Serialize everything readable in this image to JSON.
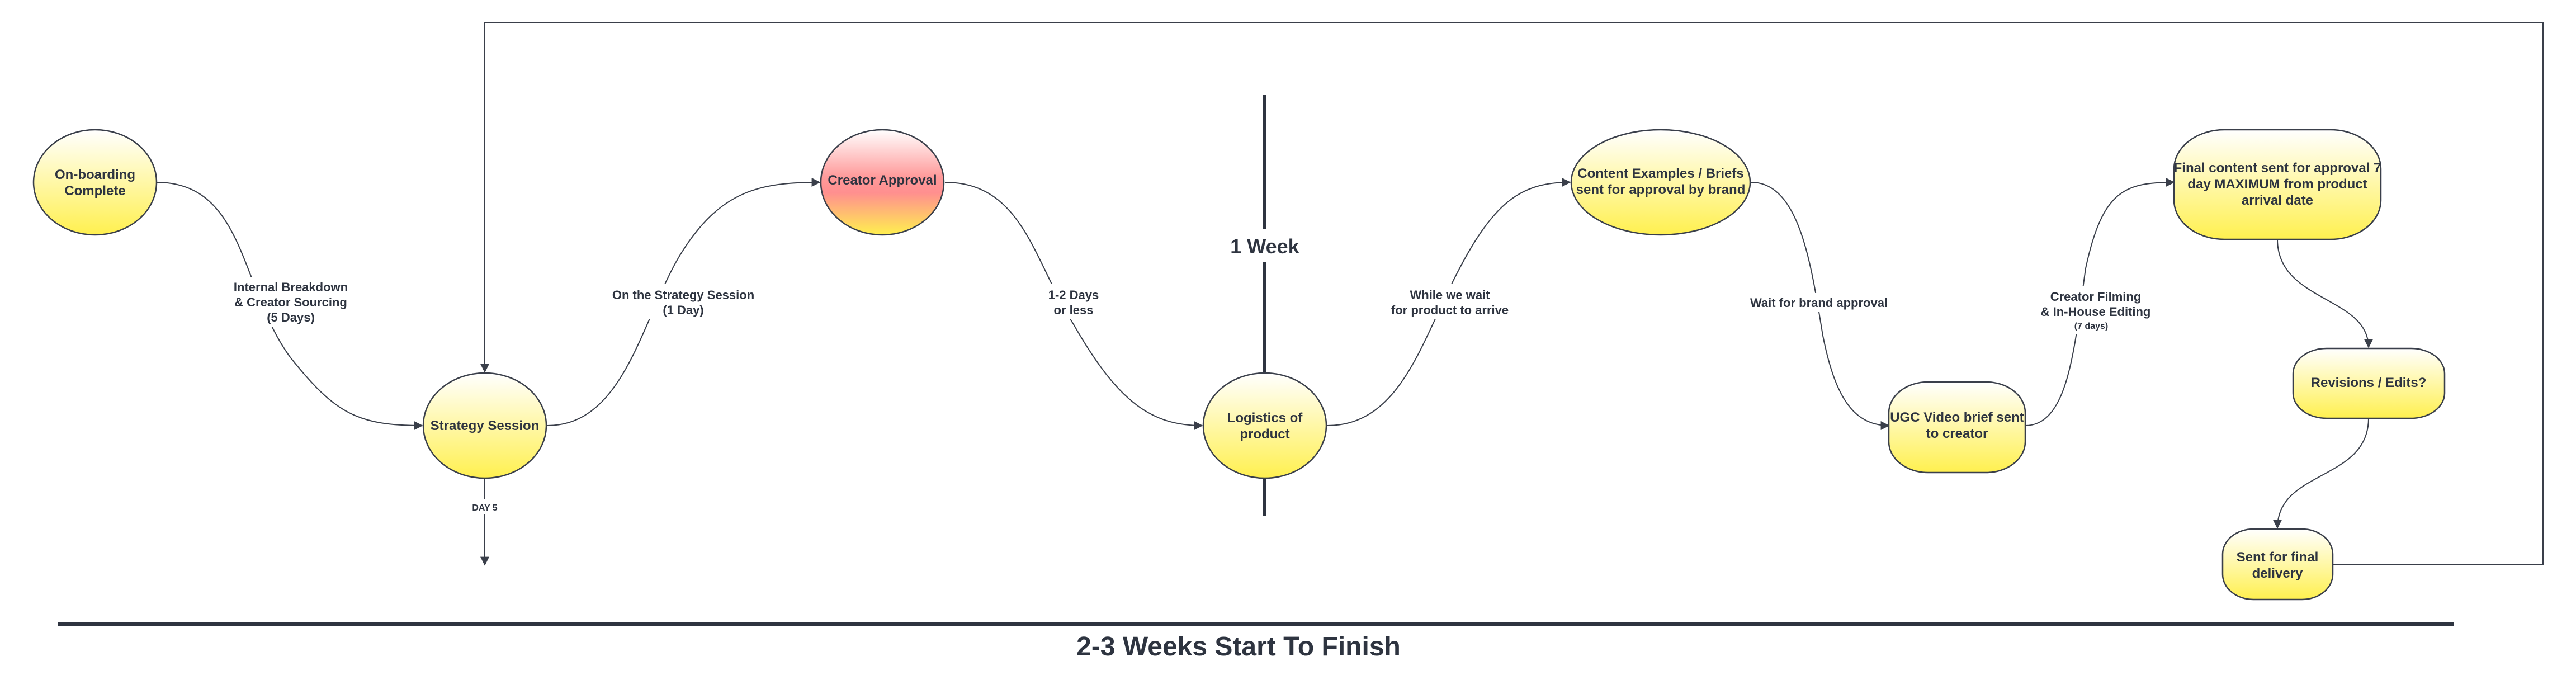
{
  "nodes": {
    "onboarding": [
      "On-boarding",
      "Complete"
    ],
    "strategy": [
      "Strategy Session"
    ],
    "creator_approval": [
      "Creator Approval"
    ],
    "logistics": [
      "Logistics of",
      "product"
    ],
    "content_examples": [
      "Content Examples / Briefs",
      "sent for approval by brand"
    ],
    "ugc_brief": [
      "UGC Video brief sent",
      "to creator"
    ],
    "final_content": [
      "Final content sent for approval 7",
      "day MAXIMUM from product",
      "arrival date"
    ],
    "revisions": [
      "Revisions / Edits?"
    ],
    "final_delivery": [
      "Sent for final",
      "delivery"
    ]
  },
  "edges": {
    "internal_breakdown": [
      "Internal Breakdown",
      "& Creator Sourcing",
      "(5 Days)"
    ],
    "strategy_session": [
      "On the Strategy Session",
      "(1 Day)"
    ],
    "one_two_days": [
      "1-2 Days",
      "or less"
    ],
    "while_wait": [
      "While we wait",
      "for product to arrive"
    ],
    "brand_approval": [
      "Wait for brand approval"
    ],
    "filming": [
      "Creator Filming",
      "& In-House Editing"
    ],
    "filming_note": "(7 days)",
    "day5": "DAY 5"
  },
  "week_marker": "1 Week",
  "timeline_title": "2-3 Weeks Start To Finish",
  "colors": {
    "yellow": "#fff35a",
    "pink": "#ff8f8f",
    "stroke": "#3a3f4a",
    "text": "#2e3440"
  }
}
